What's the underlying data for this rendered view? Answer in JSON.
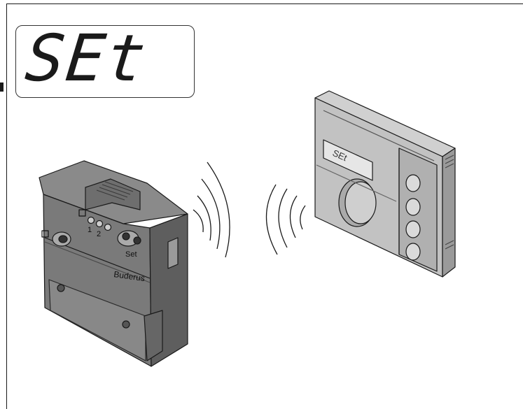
{
  "display": {
    "large_text": "SEt",
    "device_display_text": "SEt"
  },
  "module": {
    "brand": "Buderus",
    "set_label": "Set",
    "channel_1": "1",
    "channel_2": "2"
  },
  "colors": {
    "device_dark": "#6e6e6e",
    "device_mid": "#8c8c8c",
    "device_light": "#b4b4b4",
    "unit_light": "#c2c2c2",
    "unit_mid": "#a6a6a6",
    "line": "#1a1a1a"
  }
}
